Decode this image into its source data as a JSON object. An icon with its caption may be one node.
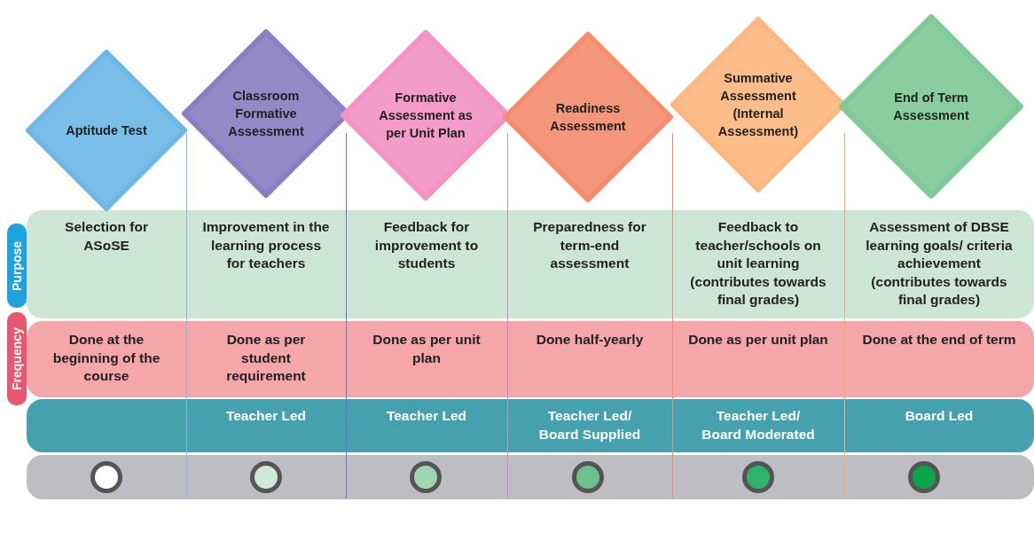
{
  "diagram": {
    "nodes": [
      {
        "text": [
          "Aptitude Test"
        ]
      },
      {
        "text": [
          "Classroom Formative Assessment"
        ]
      },
      {
        "text": [
          "Formative Assessment as per Unit Plan"
        ]
      },
      {
        "text": [
          "Readiness Assessment"
        ]
      },
      {
        "text": [
          "Summative Assessment (Internal Assessment)"
        ]
      },
      {
        "text": [
          "End of Term Assessment"
        ]
      },
      {
        "text": [
          "Purpose"
        ]
      },
      {
        "text": [
          "Frequency"
        ]
      },
      {
        "text": [],
        "shape": "circle"
      },
      {
        "text": [],
        "shape": "circle"
      },
      {
        "text": [],
        "shape": "circle"
      },
      {
        "text": [],
        "shape": "circle"
      },
      {
        "text": [],
        "shape": "circle"
      },
      {
        "text": [],
        "shape": "circle"
      }
    ],
    "labels": [
      "Selection for ASoSE",
      "Improvement in the learning process for teachers",
      "Feedback for improvement to students",
      "Preparedness for term-end assessment",
      "Feedback to teacher/schools on unit learning (contributes towards final grades)",
      "Assessment of DBSE learning goals/ criteria achievement (contributes towards final grades)",
      "Done at the beginning of the course",
      "Done as per student requirement",
      "Done as per unit plan",
      "Done half-yearly",
      "Done as per unit plan",
      "Done at the end of term",
      "Teacher Led",
      "Teacher Led",
      "Teacher Led/ Board Supplied",
      "Teacher Led/ Board Moderated",
      "Board Led"
    ]
  }
}
